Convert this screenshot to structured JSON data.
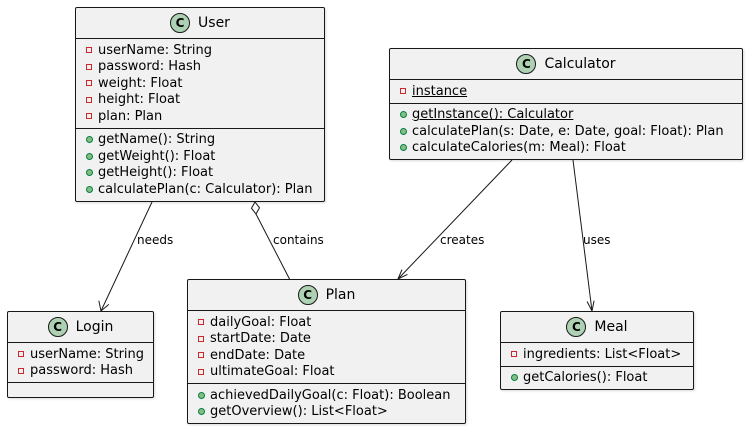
{
  "classes": {
    "user": {
      "icon": "C",
      "name": "User",
      "fields": [
        {
          "vis": "private",
          "text": "userName: String"
        },
        {
          "vis": "private",
          "text": "password: Hash"
        },
        {
          "vis": "private",
          "text": "weight: Float"
        },
        {
          "vis": "private",
          "text": "height: Float"
        },
        {
          "vis": "private",
          "text": "plan: Plan"
        }
      ],
      "methods": [
        {
          "vis": "public",
          "text": "getName(): String"
        },
        {
          "vis": "public",
          "text": "getWeight(): Float"
        },
        {
          "vis": "public",
          "text": "getHeight(): Float"
        },
        {
          "vis": "public",
          "text": "calculatePlan(c: Calculator): Plan"
        }
      ]
    },
    "calculator": {
      "icon": "C",
      "name": "Calculator",
      "fields": [
        {
          "vis": "private",
          "text": "instance",
          "static": true
        }
      ],
      "methods": [
        {
          "vis": "public",
          "text": "getInstance(): Calculator",
          "static": true
        },
        {
          "vis": "public",
          "text": "calculatePlan(s: Date, e: Date, goal: Float): Plan"
        },
        {
          "vis": "public",
          "text": "calculateCalories(m: Meal): Float"
        }
      ]
    },
    "login": {
      "icon": "C",
      "name": "Login",
      "fields": [
        {
          "vis": "private",
          "text": "userName: String"
        },
        {
          "vis": "private",
          "text": "password: Hash"
        }
      ],
      "methods": []
    },
    "plan": {
      "icon": "C",
      "name": "Plan",
      "fields": [
        {
          "vis": "private",
          "text": "dailyGoal: Float"
        },
        {
          "vis": "private",
          "text": "startDate: Date"
        },
        {
          "vis": "private",
          "text": "endDate: Date"
        },
        {
          "vis": "private",
          "text": "ultimateGoal: Float"
        }
      ],
      "methods": [
        {
          "vis": "public",
          "text": "achievedDailyGoal(c: Float): Boolean"
        },
        {
          "vis": "public",
          "text": "getOverview(): List<Float>"
        }
      ]
    },
    "meal": {
      "icon": "C",
      "name": "Meal",
      "fields": [
        {
          "vis": "private",
          "text": "ingredients: List<Float>"
        }
      ],
      "methods": [
        {
          "vis": "public",
          "text": "getCalories(): Float"
        }
      ]
    }
  },
  "relations": {
    "needs": "needs",
    "contains": "contains",
    "creates": "creates",
    "uses": "uses"
  },
  "colors": {
    "class_fill": "#f1f1f1",
    "border": "#181818",
    "badge": "#add1b2",
    "private": "#c82930",
    "public": "#84be84"
  }
}
